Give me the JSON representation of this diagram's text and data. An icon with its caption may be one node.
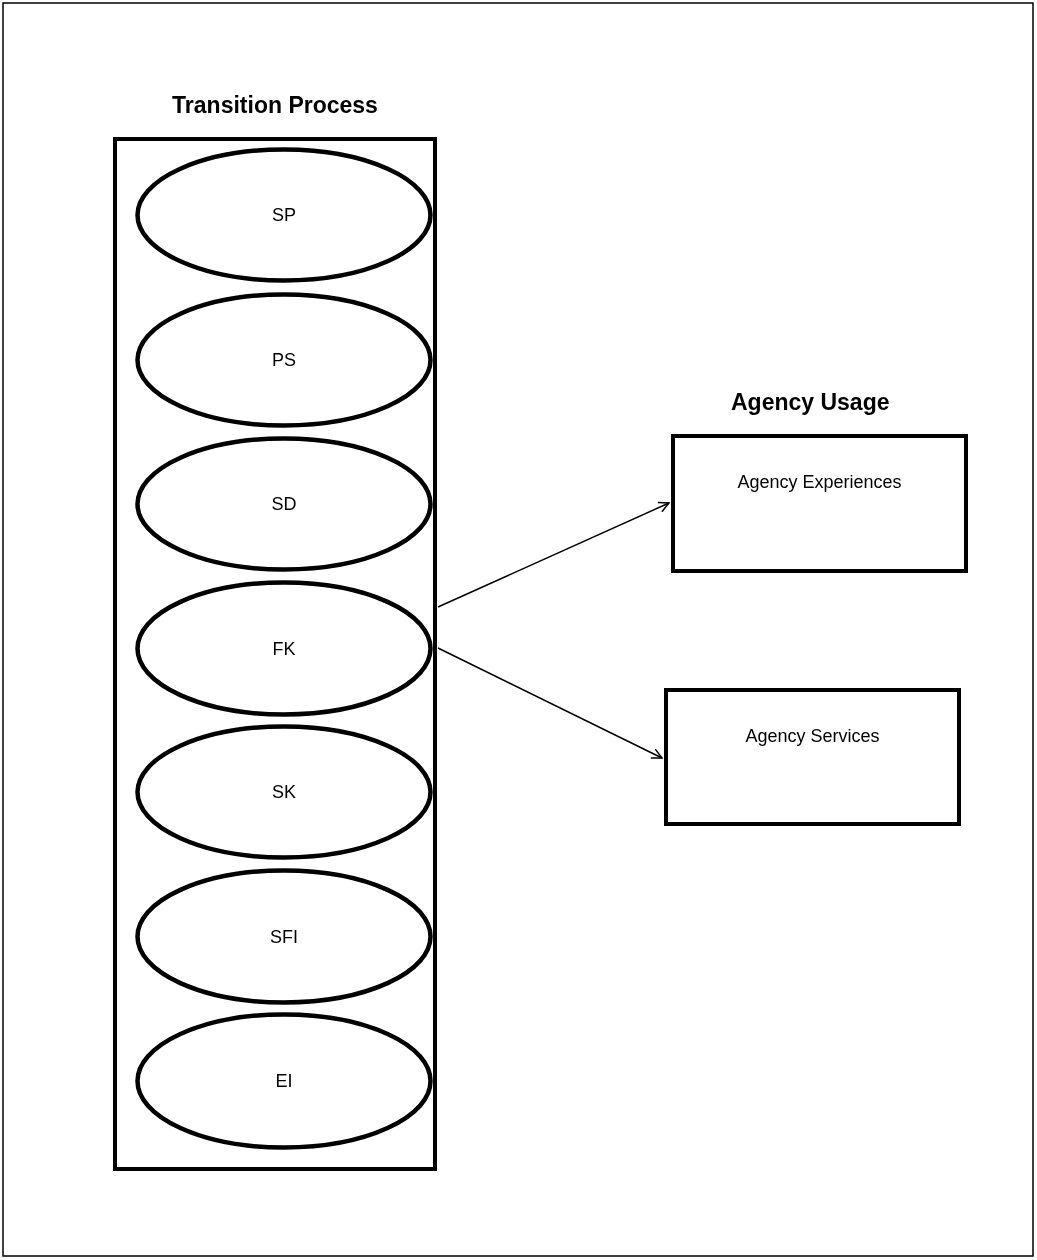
{
  "diagram": {
    "nodes": [
      {
        "text": [
          "Transition Process"
        ]
      },
      {
        "text": [
          "SP"
        ],
        "in": 0
      },
      {
        "text": [
          "PS"
        ],
        "in": 0
      },
      {
        "text": [
          "SD"
        ],
        "in": 0
      },
      {
        "text": [
          "FK"
        ],
        "in": 0
      },
      {
        "text": [
          "SK"
        ],
        "in": 0
      },
      {
        "text": [
          "SFI"
        ],
        "in": 0
      },
      {
        "text": [
          "EI"
        ],
        "in": 0
      },
      {
        "text": [
          "Agency Experiences"
        ]
      },
      {
        "text": [
          "Agency Services"
        ]
      }
    ],
    "edges": [
      {
        "from": 0,
        "to": 8,
        "arrow": "to"
      },
      {
        "from": 0,
        "to": 9,
        "arrow": "to"
      }
    ],
    "labels": [
      "Agency Usage"
    ]
  }
}
